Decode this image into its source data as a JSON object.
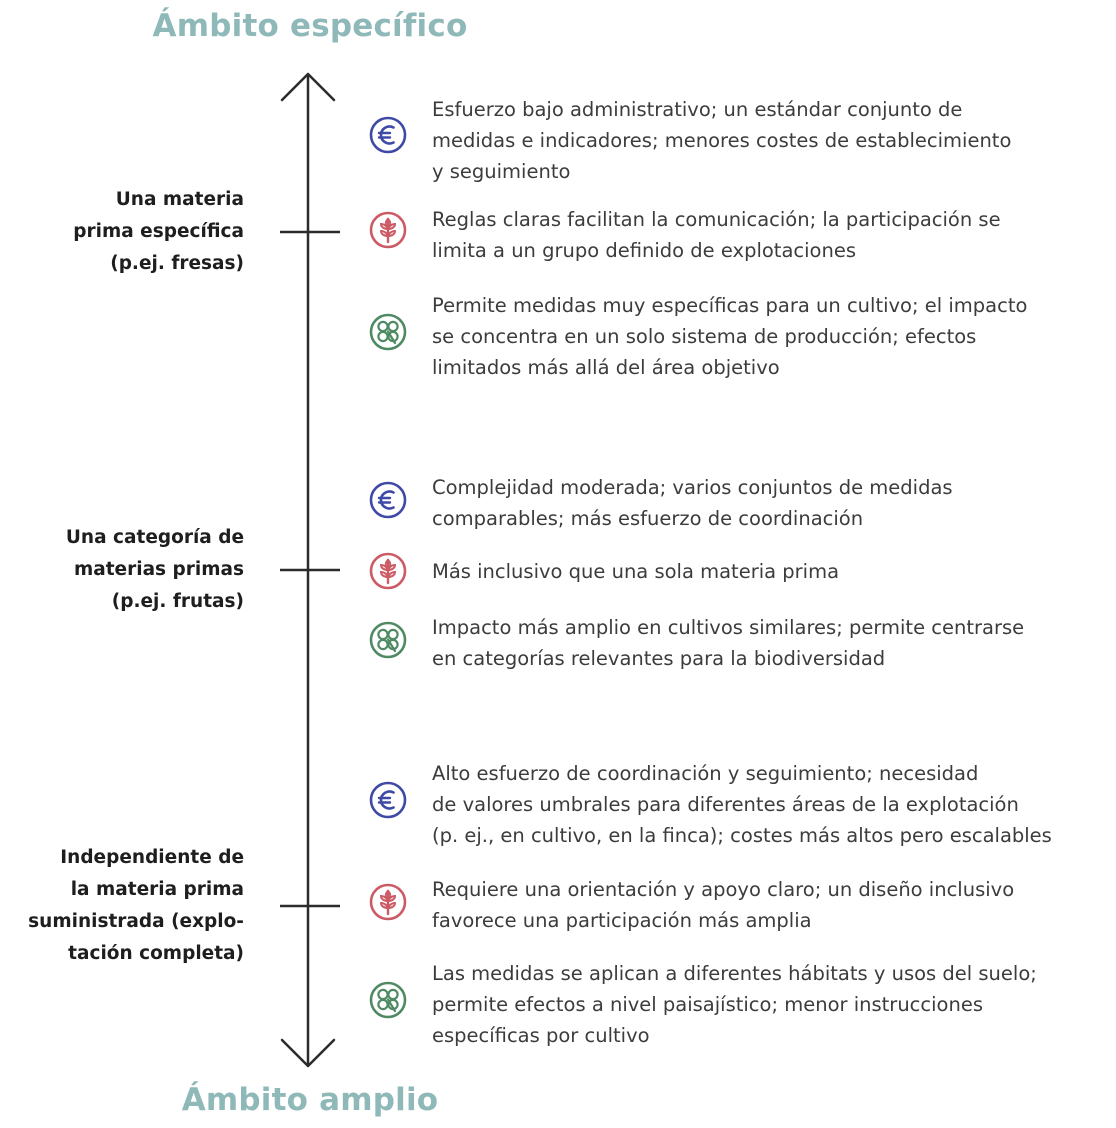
{
  "title_top": "Ámbito específico",
  "title_bottom": "Ámbito amplio",
  "colors": {
    "title": "#8fb8b8",
    "axis": "#2b2b2b",
    "euro": "#3f4aa6",
    "grain": "#cc5b66",
    "clover": "#4f8a63"
  },
  "levels": [
    {
      "label": "Una materia\nprima específica\n(p.ej. fresas)",
      "items": [
        {
          "icon": "euro-icon",
          "text": "Esfuerzo bajo administrativo; un estándar conjunto de\nmedidas e indicadores; menores costes de establecimiento\ny seguimiento"
        },
        {
          "icon": "grain-icon",
          "text": "Reglas claras facilitan la comunicación; la participación se\nlimita a un grupo definido de explotaciones"
        },
        {
          "icon": "clover-icon",
          "text": "Permite medidas muy específicas para un cultivo; el impacto\nse concentra en un solo sistema de producción; efectos\nlimitados más allá del área objetivo"
        }
      ]
    },
    {
      "label": "Una categoría de\nmaterias primas\n(p.ej. frutas)",
      "items": [
        {
          "icon": "euro-icon",
          "text": "Complejidad moderada; varios conjuntos de medidas\ncomparables; más esfuerzo de coordinación"
        },
        {
          "icon": "grain-icon",
          "text": "Más inclusivo que una sola materia prima"
        },
        {
          "icon": "clover-icon",
          "text": "Impacto más amplio en cultivos similares; permite centrarse\nen categorías relevantes para la biodiversidad"
        }
      ]
    },
    {
      "label": "Independiente de\nla materia prima\nsuministrada (explo-\ntación completa)",
      "items": [
        {
          "icon": "euro-icon",
          "text": "Alto esfuerzo de coordinación y seguimiento; necesidad\nde valores umbrales para diferentes áreas de la explotación\n(p. ej., en cultivo, en la finca); costes más altos pero escalables"
        },
        {
          "icon": "grain-icon",
          "text": "Requiere una orientación y apoyo claro; un diseño inclusivo\nfavorece una participación más amplia"
        },
        {
          "icon": "clover-icon",
          "text": "Las medidas se aplican a diferentes hábitats y usos del suelo;\npermite efectos a nivel paisajístico; menor instrucciones\nespecíficas por cultivo"
        }
      ]
    }
  ]
}
